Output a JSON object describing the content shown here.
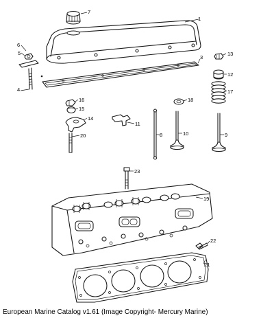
{
  "caption": "European Marine Catalog v1.61 (Image Copyright- Mercury Marine)",
  "callouts": [
    {
      "key": "c1",
      "label": "1"
    },
    {
      "key": "c3",
      "label": "3"
    },
    {
      "key": "c4",
      "label": "4"
    },
    {
      "key": "c5",
      "label": "5"
    },
    {
      "key": "c6",
      "label": "6"
    },
    {
      "key": "c7",
      "label": "7"
    },
    {
      "key": "c8",
      "label": "8"
    },
    {
      "key": "c9",
      "label": "9"
    },
    {
      "key": "c10",
      "label": "10"
    },
    {
      "key": "c11",
      "label": "11"
    },
    {
      "key": "c12",
      "label": "12"
    },
    {
      "key": "c13",
      "label": "13"
    },
    {
      "key": "c14",
      "label": "14"
    },
    {
      "key": "c15",
      "label": "15"
    },
    {
      "key": "c16",
      "label": "16"
    },
    {
      "key": "c17",
      "label": "17"
    },
    {
      "key": "c18",
      "label": "18"
    },
    {
      "key": "c19",
      "label": "19"
    },
    {
      "key": "c20",
      "label": "20"
    },
    {
      "key": "c21",
      "label": "21"
    },
    {
      "key": "c22",
      "label": "22"
    },
    {
      "key": "c23",
      "label": "23"
    }
  ]
}
